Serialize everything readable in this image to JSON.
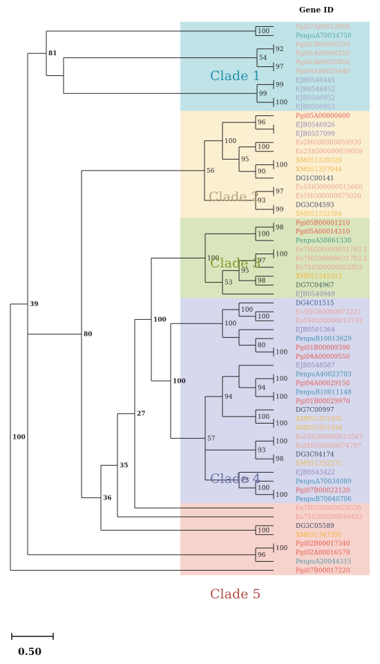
{
  "header": "Gene ID",
  "scale_label": "0.50",
  "colors": {
    "c_teal": "#5a9aa8",
    "c_pgi_light": "#e0937e",
    "c_red": "#e4574b",
    "c_ejb": "#8c86b5",
    "c_orange": "#f0b030",
    "c_es": "#e79a8a",
    "c_dg": "#3a4a62",
    "c_xm": "#f2a32e",
    "c_penpu": "#4c9aa6"
  },
  "clades": [
    {
      "label": "Clade 1",
      "color": "#2a90b0",
      "bg": "#bfe3e7"
    },
    {
      "label": "Clade 2",
      "color": "#b7a27c",
      "bg": "#fbefd2"
    },
    {
      "label": "Clade 3",
      "color": "#8a9a2c",
      "bg": "#d9e6bd"
    },
    {
      "label": "Clade 4",
      "color": "#6e73a4",
      "bg": "#d6d8ee"
    },
    {
      "label": "Clade 5",
      "color": "#b1504b",
      "bg": "#f7d3cd"
    }
  ],
  "leaves": [
    {
      "id": "L1",
      "label": "Pgi07A00012960",
      "color": "#e8a896"
    },
    {
      "id": "L2",
      "label": "PenpuA70034750",
      "color": "#5aa3ad"
    },
    {
      "id": "L3",
      "label": "Pgi01B00056250",
      "color": "#e8a896"
    },
    {
      "id": "L4",
      "label": "Pgi01A00048250",
      "color": "#e8a896"
    },
    {
      "id": "L5",
      "label": "Pgi01B00030850",
      "color": "#e8a896"
    },
    {
      "id": "L6",
      "label": "Pgi04A00028440",
      "color": "#e8a896"
    },
    {
      "id": "L7",
      "label": "EJB0548445",
      "color": "#a29cc4"
    },
    {
      "id": "L8",
      "label": "EJB0548452",
      "color": "#a29cc4"
    },
    {
      "id": "L9",
      "label": "EJB0506952",
      "color": "#a29cc4"
    },
    {
      "id": "L10",
      "label": "EJB0506953",
      "color": "#a29cc4"
    },
    {
      "id": "L11",
      "label": "Pgi05A00000600",
      "color": "#e4574b"
    },
    {
      "id": "L12",
      "label": "EJB0546926",
      "color": "#8c86b5"
    },
    {
      "id": "L13",
      "label": "EJB0557099",
      "color": "#8c86b5"
    },
    {
      "id": "L14",
      "label": "Es2HG00000059930",
      "color": "#eaa08f"
    },
    {
      "id": "L15",
      "label": "Es2StG00000039059",
      "color": "#eaa08f"
    },
    {
      "id": "L16",
      "label": "XM051339326",
      "color": "#f2b94a"
    },
    {
      "id": "L17",
      "label": "XM051357044",
      "color": "#f2b94a"
    },
    {
      "id": "L18",
      "label": "DG1C00141",
      "color": "#3a4a62"
    },
    {
      "id": "L19",
      "label": "Es5StG00000015660",
      "color": "#eaa08f"
    },
    {
      "id": "L20",
      "label": "Es5HG00000075020",
      "color": "#eaa08f"
    },
    {
      "id": "L21",
      "label": "DG3C04593",
      "color": "#3a4a62"
    },
    {
      "id": "L22",
      "label": "XM051332384",
      "color": "#f2b94a"
    },
    {
      "id": "L23",
      "label": "Pgi05B00001210",
      "color": "#e4574b"
    },
    {
      "id": "L24",
      "label": "Pgi05A00014310",
      "color": "#e4574b"
    },
    {
      "id": "L25",
      "label": "PenpuA50061330",
      "color": "#3f9588"
    },
    {
      "id": "L26",
      "label": "Es7HG00000031783.1",
      "color": "#eaa08f"
    },
    {
      "id": "L27",
      "label": "Es7HG00000031783.2",
      "color": "#eaa08f"
    },
    {
      "id": "L28",
      "label": "Es7StG00000052852",
      "color": "#eaa08f"
    },
    {
      "id": "L29",
      "label": "XM051345312",
      "color": "#f2b033"
    },
    {
      "id": "L30",
      "label": "DG7C04967",
      "color": "#3a5a50"
    },
    {
      "id": "L31",
      "label": "EJB0540949",
      "color": "#8c86b5"
    },
    {
      "id": "L32",
      "label": "DG4C01515",
      "color": "#3a5a8a"
    },
    {
      "id": "L33",
      "label": "Es5HG00000073221",
      "color": "#eaa08f"
    },
    {
      "id": "L34",
      "label": "Es5StG00000013743",
      "color": "#eaa08f"
    },
    {
      "id": "L35",
      "label": "EJB0501364",
      "color": "#8c86b5"
    },
    {
      "id": "L36",
      "label": "PenpuB10013629",
      "color": "#3f8fb0"
    },
    {
      "id": "L37",
      "label": "Pgi01B00009390",
      "color": "#e4574b"
    },
    {
      "id": "L38",
      "label": "Pgi04A00009550",
      "color": "#e4574b"
    },
    {
      "id": "L39",
      "label": "EJB0548587",
      "color": "#8c86b5"
    },
    {
      "id": "L40",
      "label": "PenpuA40023703",
      "color": "#3f8fb0"
    },
    {
      "id": "L41",
      "label": "Pgi04A00029150",
      "color": "#e4574b"
    },
    {
      "id": "L42",
      "label": "PenpuB10011148",
      "color": "#3f8fb0"
    },
    {
      "id": "L43",
      "label": "Pgi01B00029970",
      "color": "#e4574b"
    },
    {
      "id": "L44",
      "label": "DG7C00997",
      "color": "#3a4a62"
    },
    {
      "id": "L45",
      "label": "XM051351935",
      "color": "#f2b94a"
    },
    {
      "id": "L46",
      "label": "XM051351934",
      "color": "#f2b94a"
    },
    {
      "id": "L47",
      "label": "Es5StG00000015547",
      "color": "#eaa08f"
    },
    {
      "id": "L48",
      "label": "Es5HG00000074797",
      "color": "#eaa08f"
    },
    {
      "id": "L49",
      "label": "DG3C04174",
      "color": "#3a4a62"
    },
    {
      "id": "L50",
      "label": "XM051332275",
      "color": "#f2b94a"
    },
    {
      "id": "L51",
      "label": "EJB0543422",
      "color": "#8c86b5"
    },
    {
      "id": "L52",
      "label": "PenpuA70034089",
      "color": "#3f8fb0"
    },
    {
      "id": "L53",
      "label": "Pgi07B00022120",
      "color": "#e4574b"
    },
    {
      "id": "L54",
      "label": "PenpuB70040706",
      "color": "#3f8fb0"
    },
    {
      "id": "L55",
      "label": "Es7HG00000028536",
      "color": "#eaa08f"
    },
    {
      "id": "L56",
      "label": "Es7StG00000049482",
      "color": "#eaa08f"
    },
    {
      "id": "L57",
      "label": "DG3C05589",
      "color": "#3a4a62"
    },
    {
      "id": "L58",
      "label": "XM051347391",
      "color": "#f2b033"
    },
    {
      "id": "L59",
      "label": "Pgi02B00017340",
      "color": "#e4574b"
    },
    {
      "id": "L60",
      "label": "Pgi02A00016570",
      "color": "#e4574b"
    },
    {
      "id": "L61",
      "label": "PenpuA20044315",
      "color": "#4c9aa6"
    },
    {
      "id": "L62",
      "label": "Pgi07B00017220",
      "color": "#e4574b"
    }
  ],
  "supports": [
    {
      "id": "n_1_2",
      "value": "100"
    },
    {
      "id": "n_3_4",
      "value": "92"
    },
    {
      "id": "n_5_6",
      "value": "97"
    },
    {
      "id": "n_3_6",
      "value": "54"
    },
    {
      "id": "n_7_8",
      "value": "99"
    },
    {
      "id": "n_9_10",
      "value": "100"
    },
    {
      "id": "n_7_10",
      "value": "99"
    },
    {
      "id": "n_11_13",
      "value": "96"
    },
    {
      "id": "n_14_15",
      "value": "100"
    },
    {
      "id": "n_16_17",
      "value": "100"
    },
    {
      "id": "n_16_18",
      "value": "90"
    },
    {
      "id": "n_14_18",
      "value": "95"
    },
    {
      "id": "n_11_18",
      "value": "100"
    },
    {
      "id": "n_19_20",
      "value": "97"
    },
    {
      "id": "n_21_22",
      "value": "99"
    },
    {
      "id": "n_19_22",
      "value": "93"
    },
    {
      "id": "n_clade2",
      "value": "56"
    },
    {
      "id": "n_23_24",
      "value": "98"
    },
    {
      "id": "n_23_25",
      "value": "100"
    },
    {
      "id": "n_26_27",
      "value": "100"
    },
    {
      "id": "n_26_28",
      "value": "97"
    },
    {
      "id": "n_29_30",
      "value": "98"
    },
    {
      "id": "n_26_30",
      "value": "95"
    },
    {
      "id": "n_26_31",
      "value": "53"
    },
    {
      "id": "n_clade3",
      "value": "100"
    },
    {
      "id": "n_33_34",
      "value": "100"
    },
    {
      "id": "n_32_34",
      "value": "100"
    },
    {
      "id": "n_37_38",
      "value": "100"
    },
    {
      "id": "n_36_38",
      "value": "80"
    },
    {
      "id": "n_32_38",
      "value": "100"
    },
    {
      "id": "n_40_41",
      "value": "100"
    },
    {
      "id": "n_42_43",
      "value": "100"
    },
    {
      "id": "n_40_43",
      "value": "94"
    },
    {
      "id": "n_45_46",
      "value": "100"
    },
    {
      "id": "n_44_46",
      "value": "100"
    },
    {
      "id": "n_39_46",
      "value": "94"
    },
    {
      "id": "n_47_48",
      "value": "100"
    },
    {
      "id": "n_49_50",
      "value": "98"
    },
    {
      "id": "n_47_50",
      "value": "93"
    },
    {
      "id": "n_39_50",
      "value": "57"
    },
    {
      "id": "n_53_54",
      "value": "100"
    },
    {
      "id": "n_52_54",
      "value": "100"
    },
    {
      "id": "n_51_54",
      "value": "73"
    },
    {
      "id": "n_39_54",
      "value": "100"
    },
    {
      "id": "n_clade4",
      "value": "100"
    },
    {
      "id": "n_c3c4",
      "value": "100"
    },
    {
      "id": "n_c3c4b",
      "value": "27"
    },
    {
      "id": "n_55_56",
      "value": "100"
    },
    {
      "id": "n_57_58",
      "value": "100"
    },
    {
      "id": "n_c3c4_es",
      "value": "35"
    },
    {
      "id": "n_mid",
      "value": "36"
    },
    {
      "id": "n_mid80",
      "value": "80"
    },
    {
      "id": "n_59_60",
      "value": "100"
    },
    {
      "id": "n_59_61",
      "value": "96"
    },
    {
      "id": "n_top81",
      "value": "81"
    },
    {
      "id": "n_top39",
      "value": "39"
    },
    {
      "id": "n_root",
      "value": "100"
    }
  ]
}
